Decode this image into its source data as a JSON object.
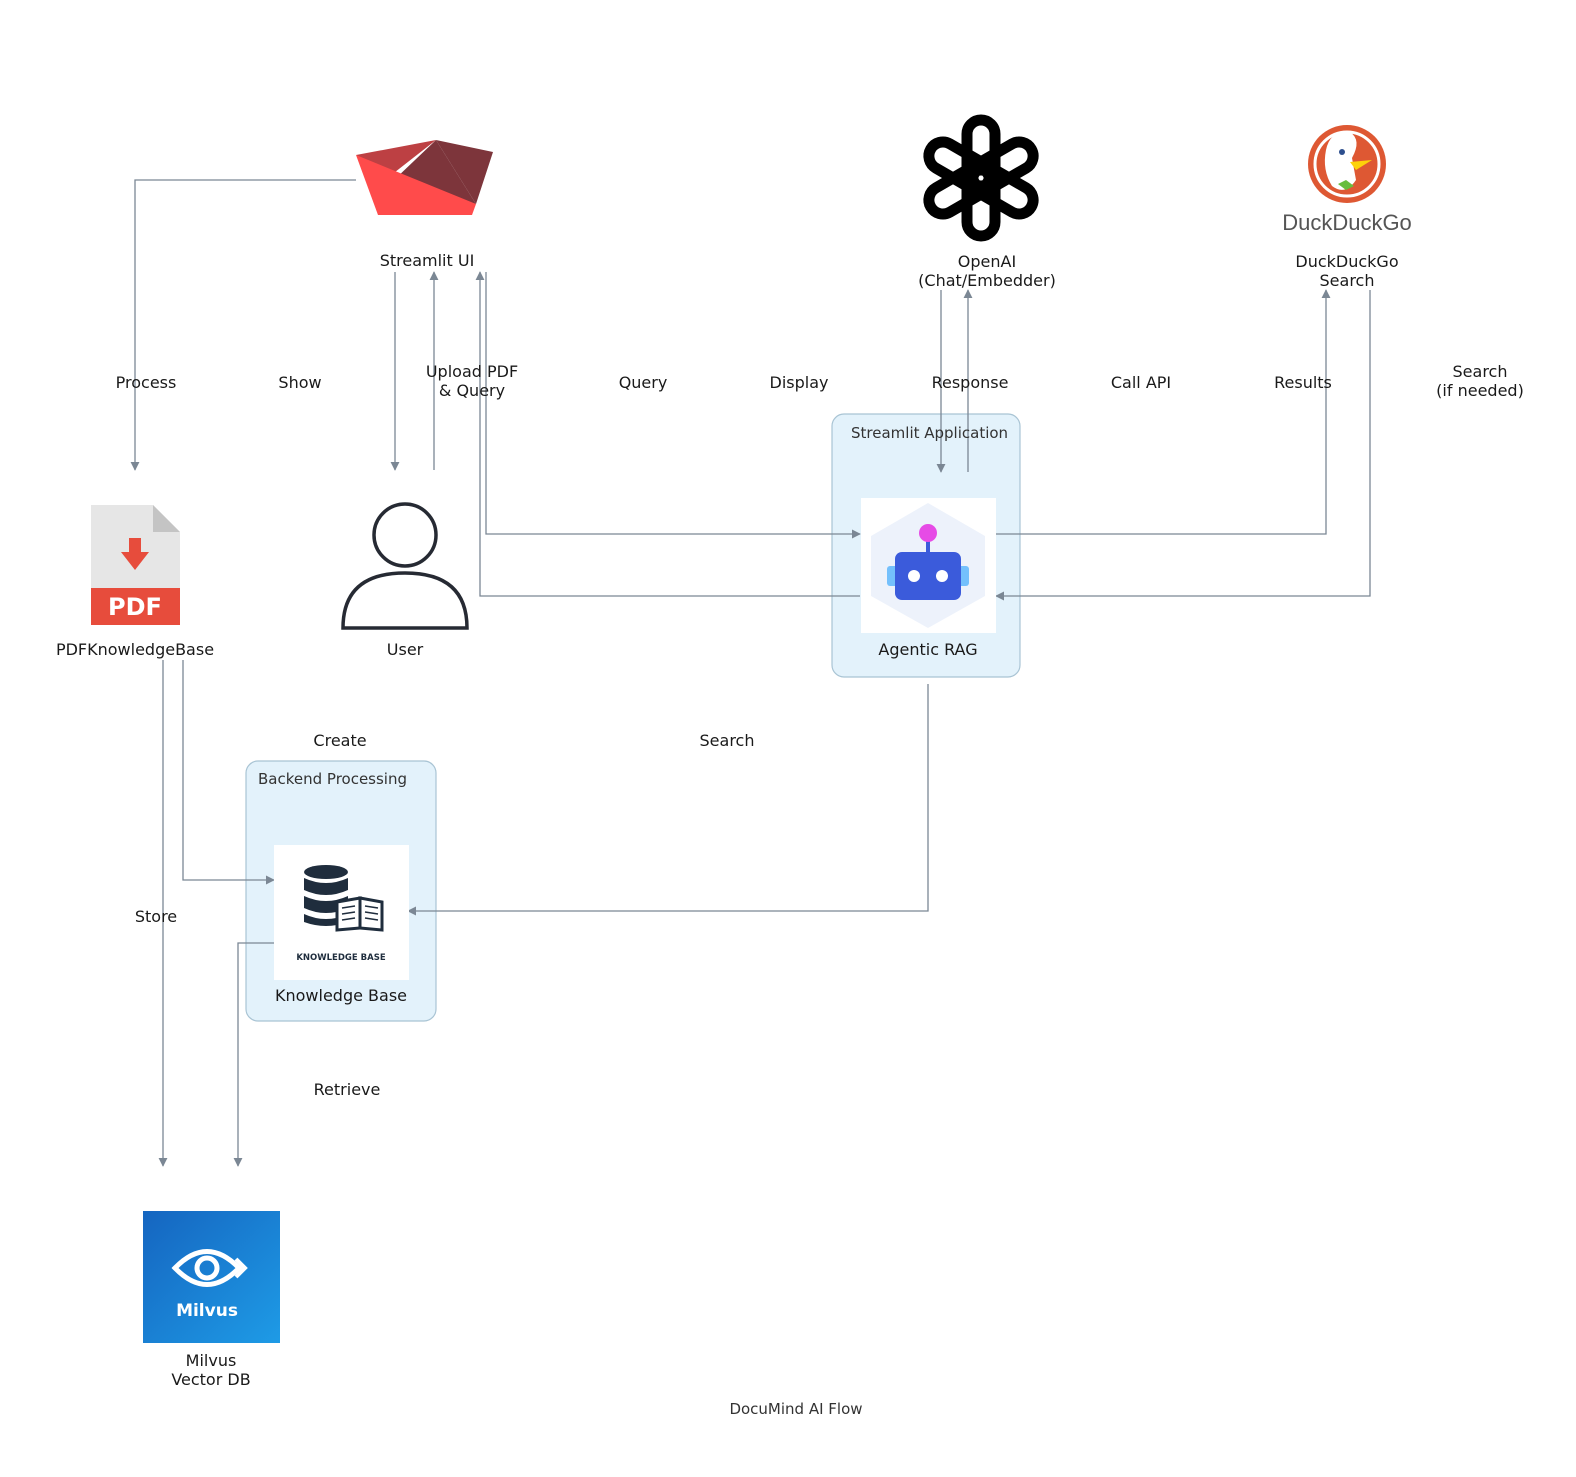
{
  "diagram": {
    "caption": "DocuMind AI Flow",
    "clusters": {
      "streamlit_app": "Streamlit Application",
      "backend": "Backend Processing"
    },
    "nodes": {
      "streamlit_ui": "Streamlit UI",
      "openai": "OpenAI\n(Chat/Embedder)",
      "duckduckgo": "DuckDuckGo\nSearch",
      "pdf_kb": "PDFKnowledgeBase",
      "user": "User",
      "agentic_rag": "Agentic RAG",
      "knowledge_base": "Knowledge Base",
      "milvus": "Milvus\nVector DB"
    },
    "logos": {
      "duckduckgo_wordmark": "DuckDuckGo",
      "pdf_badge": "PDF",
      "kb_caption": "KNOWLEDGE BASE",
      "milvus_wordmark": "Milvus"
    },
    "edges": {
      "process": "Process",
      "show": "Show",
      "upload": "Upload PDF\n& Query",
      "query": "Query",
      "display": "Display",
      "response": "Response",
      "call_api": "Call API",
      "results": "Results",
      "search_if_needed": "Search\n(if needed)",
      "create": "Create",
      "search": "Search",
      "store": "Store",
      "retrieve": "Retrieve"
    },
    "colors": {
      "edge": "#7b8794",
      "cluster_fill": "#e3f2fb",
      "cluster_stroke": "#a9c4d4",
      "streamlit_red": "#ff4b4b",
      "pdf_red": "#e74c3c",
      "ddg_orange": "#de5833",
      "milvus_blue": "#1a80e0",
      "robot_blue": "#3b5bdb",
      "robot_pink": "#e64be6"
    }
  }
}
